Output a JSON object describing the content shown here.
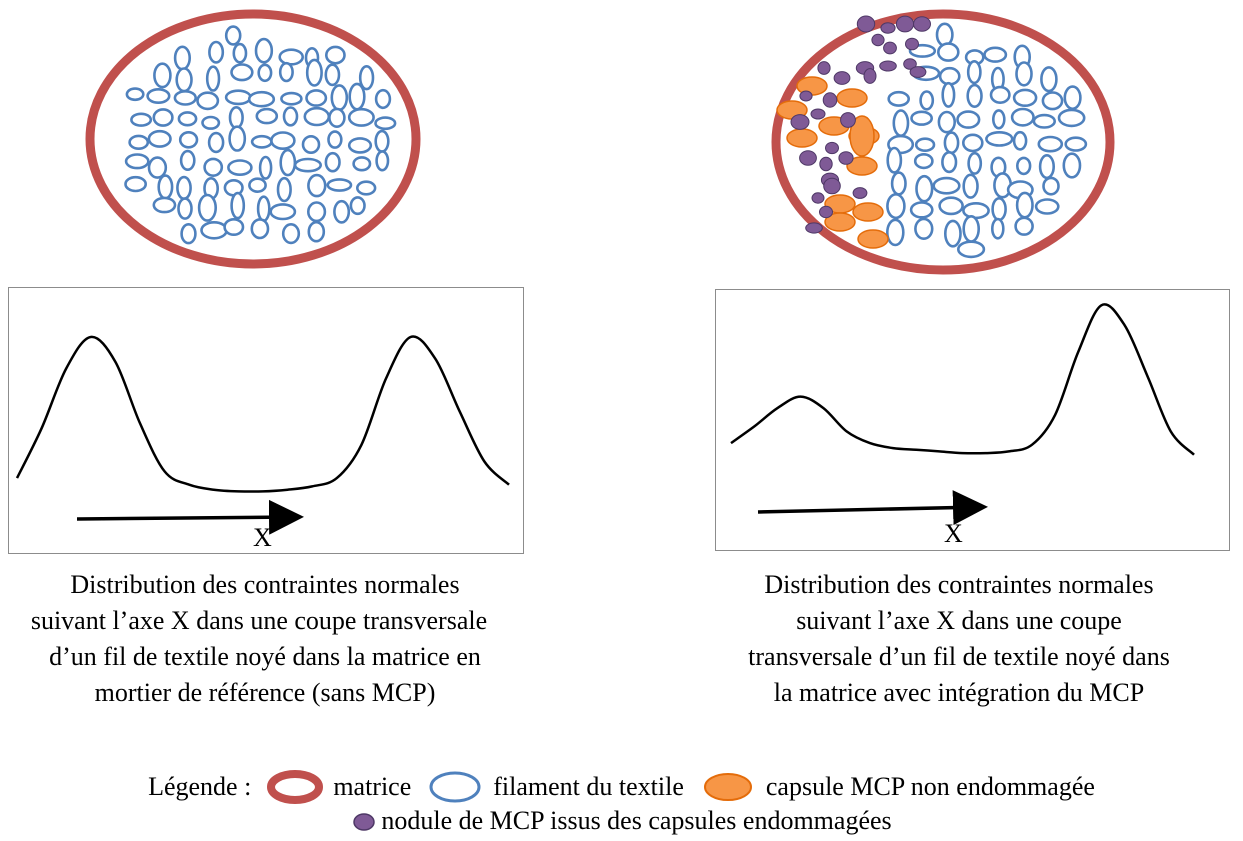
{
  "left_panel": {
    "axis_label": "X",
    "caption_lines": [
      "Distribution des contraintes normales",
      "suivant l’axe X dans une coupe transversale",
      "d’un fil de textile noyé dans la matrice en",
      "mortier de référence  (sans MCP)"
    ]
  },
  "right_panel": {
    "axis_label": "X",
    "caption_lines": [
      "Distribution des contraintes normales",
      "suivant l’axe X dans une coupe",
      "transversale d’un fil de textile noyé dans",
      "la matrice avec intégration du MCP"
    ]
  },
  "legend": {
    "title": "Légende :",
    "matrix_label": "matrice",
    "filament_label": "filament du textile",
    "capsule_label": "capsule MCP non endommagée",
    "nodule_label": "nodule de MCP issus des capsules endommagées"
  },
  "colors": {
    "matrix": "#c0504d",
    "filament": "#4f81bd",
    "capsule_fill": "#f79646",
    "capsule_stroke": "#e46c0a",
    "nodule_fill": "#7f5a96",
    "nodule_stroke": "#4e3866",
    "curve": "#000000"
  },
  "chart_data": [
    {
      "type": "line",
      "x": [
        0,
        0.05,
        0.1,
        0.15,
        0.2,
        0.25,
        0.3,
        0.35,
        0.4,
        0.45,
        0.5,
        0.55,
        0.6,
        0.65,
        0.7,
        0.75,
        0.8,
        0.85,
        0.9,
        0.95,
        1
      ],
      "y": [
        0.12,
        0.42,
        0.78,
        0.97,
        0.82,
        0.45,
        0.16,
        0.08,
        0.05,
        0.04,
        0.04,
        0.05,
        0.07,
        0.12,
        0.32,
        0.72,
        0.97,
        0.84,
        0.52,
        0.22,
        0.08
      ],
      "xlabel": "X",
      "grid": false
    },
    {
      "type": "line",
      "x": [
        0,
        0.05,
        0.1,
        0.15,
        0.2,
        0.25,
        0.3,
        0.35,
        0.4,
        0.45,
        0.5,
        0.55,
        0.6,
        0.65,
        0.7,
        0.75,
        0.8,
        0.85,
        0.9,
        0.95,
        1
      ],
      "y": [
        0.15,
        0.25,
        0.36,
        0.43,
        0.36,
        0.22,
        0.15,
        0.12,
        0.11,
        0.1,
        0.09,
        0.09,
        0.1,
        0.14,
        0.32,
        0.7,
        0.98,
        0.86,
        0.55,
        0.22,
        0.08
      ],
      "xlabel": "X",
      "grid": false
    }
  ]
}
